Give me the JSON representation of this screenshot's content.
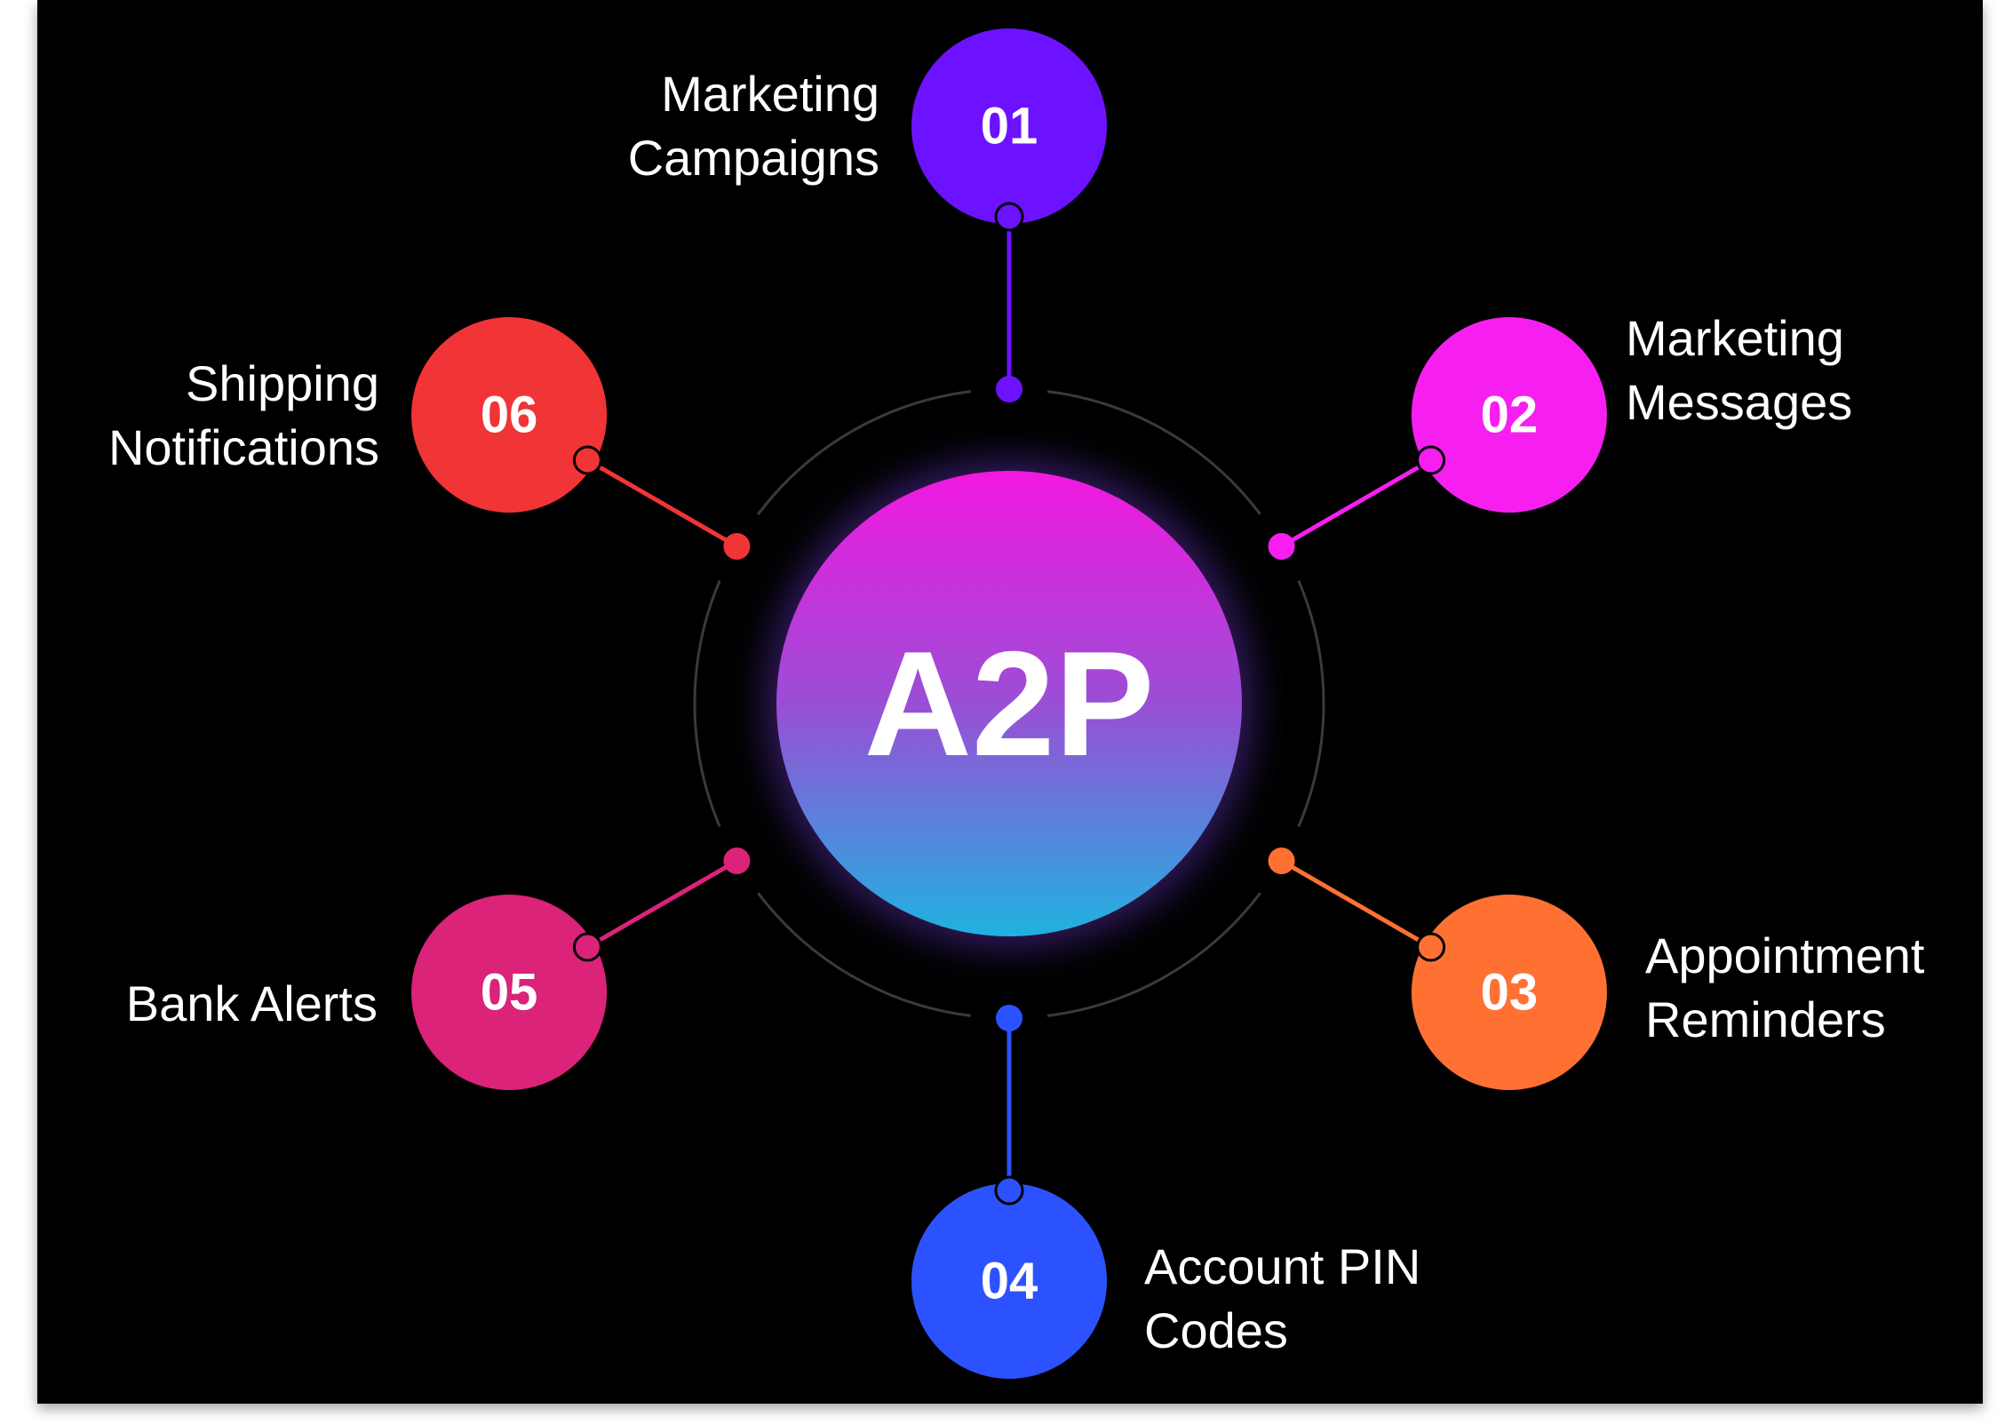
{
  "center": {
    "label": "A2P",
    "gradient_top": "#f318e0",
    "gradient_mid": "#9a4ed6",
    "gradient_bottom": "#1fb2e0"
  },
  "background": "#000000",
  "nodes": [
    {
      "number": "01",
      "label": "Marketing\nCampaigns",
      "color": "#6c12ff"
    },
    {
      "number": "02",
      "label": "Marketing\nMessages",
      "color": "#f61ff0"
    },
    {
      "number": "03",
      "label": "Appointment\nReminders",
      "color": "#ff7133"
    },
    {
      "number": "04",
      "label": "Account PIN\nCodes",
      "color": "#2c52ff"
    },
    {
      "number": "05",
      "label": "Bank Alerts",
      "color": "#da2379"
    },
    {
      "number": "06",
      "label": "Shipping\nNotifications",
      "color": "#f13436"
    }
  ]
}
